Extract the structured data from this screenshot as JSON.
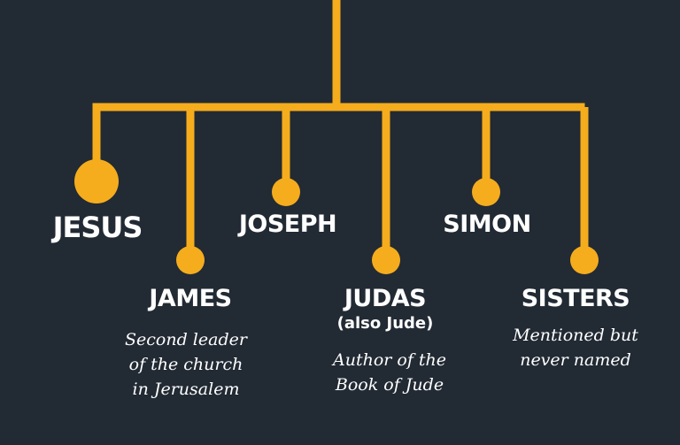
{
  "colors": {
    "background": "#222a34",
    "line": "#f5ad1d",
    "text": "#ffffff"
  },
  "family": {
    "jesus": {
      "name": "JESUS"
    },
    "james": {
      "name": "JAMES",
      "description": [
        "Second leader",
        "of the church",
        "in Jerusalem"
      ]
    },
    "joseph": {
      "name": "JOSEPH"
    },
    "judas": {
      "name": "JUDAS",
      "alias": "(also Jude)",
      "description": [
        "Author of the",
        "Book of Jude"
      ]
    },
    "simon": {
      "name": "SIMON"
    },
    "sisters": {
      "name": "SISTERS",
      "description": [
        "Mentioned but",
        "never named"
      ]
    }
  }
}
